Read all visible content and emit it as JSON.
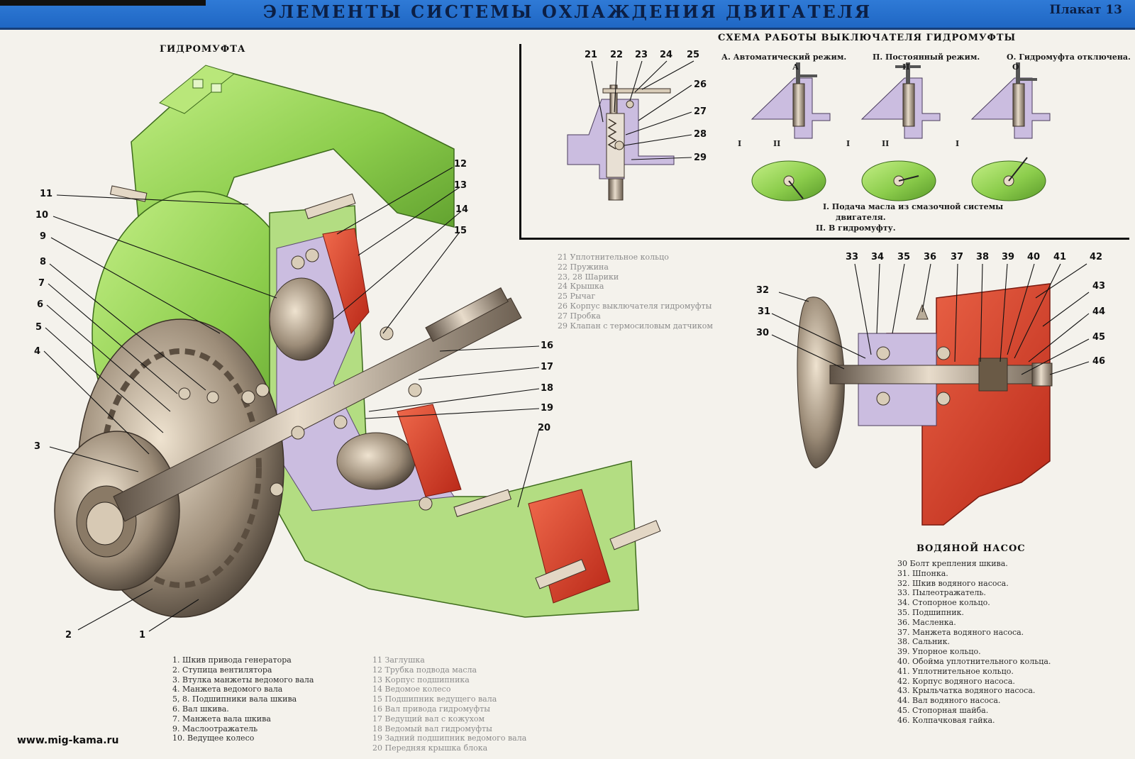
{
  "header": {
    "title": "ЭЛЕМЕНТЫ СИСТЕМЫ ОХЛАЖДЕНИЯ ДВИГАТЕЛЯ",
    "poster": "Плакат 13"
  },
  "coupling": {
    "title": "ГИДРОМУФТА",
    "callouts": [
      "1",
      "2",
      "3",
      "4",
      "5",
      "6",
      "7",
      "8",
      "9",
      "10",
      "11",
      "12",
      "13",
      "14",
      "15",
      "16",
      "17",
      "18",
      "19",
      "20"
    ],
    "legend_left": [
      "1.  Шкив привода генератора",
      "2.  Ступица вентилятора",
      "3.  Втулка манжеты ведомого вала",
      "4.  Манжета ведомого вала",
      "5, 8.  Подшипники вала шкива",
      "6.  Вал шкива.",
      "7.  Манжета вала шкива",
      "9.  Маслоотражатель",
      "10.  Ведущее колесо"
    ],
    "legend_right": [
      "11  Заглушка",
      "12  Трубка подвода масла",
      "13  Корпус подшипника",
      "14  Ведомое колесо",
      "15  Подшипник ведущего вала",
      "16  Вал привода гидромуфты",
      "17  Ведущий вал с кожухом",
      "18  Ведомый вал гидромуфты",
      "19  Задний подшипник ведомого вала",
      "20  Передняя крышка блока"
    ]
  },
  "switch_scheme": {
    "title": "СХЕМА РАБОТЫ ВЫКЛЮЧАТЕЛЯ ГИДРОМУФТЫ",
    "callouts": [
      "21",
      "22",
      "23",
      "24",
      "25",
      "26",
      "27",
      "28",
      "29"
    ],
    "modes": [
      {
        "label": "А. Автоматический режим.",
        "letter": "А"
      },
      {
        "label": "П. Постоянный режим.",
        "letter": "П"
      },
      {
        "label": "О. Гидромуфта отключена.",
        "letter": "О"
      }
    ],
    "flow_marks": [
      "I",
      "II"
    ],
    "notes": [
      "I. Подача масла из смазочной системы",
      "двигателя.",
      "II. В гидромуфту."
    ],
    "legend": [
      "21  Уплотнительное кольцо",
      "22  Пружина",
      "23, 28  Шарики",
      "24  Крышка",
      "25  Рычаг",
      "26  Корпус выключателя гидромуфты",
      "27  Пробка",
      "29  Клапан с термосиловым датчиком"
    ]
  },
  "pump": {
    "title": "ВОДЯНОЙ НАСОС",
    "callouts": [
      "30",
      "31",
      "32",
      "33",
      "34",
      "35",
      "36",
      "37",
      "38",
      "39",
      "40",
      "41",
      "42",
      "43",
      "44",
      "45",
      "46"
    ],
    "legend": [
      "30  Болт крепления шкива.",
      "31.  Шпонка.",
      "32.  Шкив водяного насоса.",
      "33.  Пылеотражатель.",
      "34.  Стопорное кольцо.",
      "35.  Подшипник.",
      "36.  Масленка.",
      "37.  Манжета водяного насоса.",
      "38.  Сальник.",
      "39.  Упорное кольцо.",
      "40.  Обойма уплотнительного кольца.",
      "41.  Уплотнительное кольцо.",
      "42.  Корпус водяного насоса.",
      "43.  Крыльчатка водяного насоса.",
      "44.  Вал водяного насоса.",
      "45.  Стопорная шайба.",
      "46.  Колпачковая гайка."
    ]
  },
  "footer": {
    "website": "www.mig-kama.ru"
  },
  "colors": {
    "title_bar": "#2a72d0",
    "housing_green": "#9ad65a",
    "pump_red": "#d8402e",
    "metal": "#a89a88",
    "lilac": "#c9b8d8"
  }
}
